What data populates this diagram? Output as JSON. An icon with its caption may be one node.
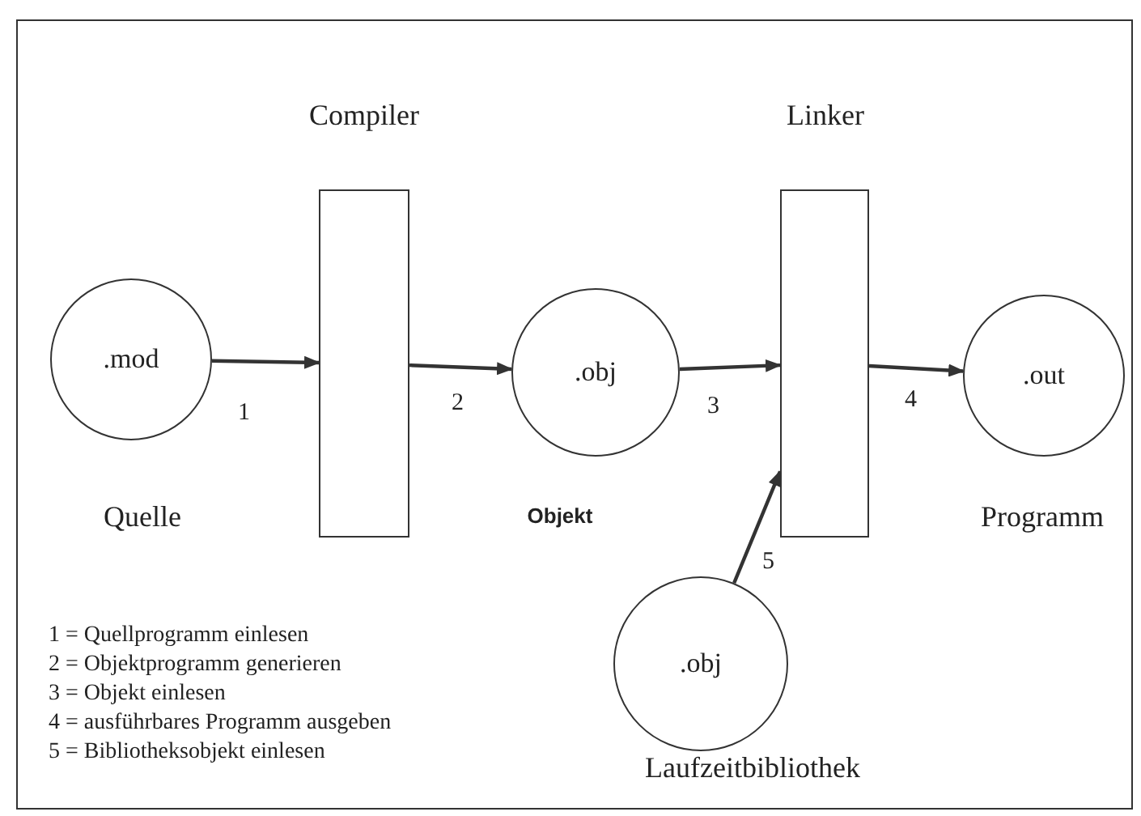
{
  "diagram": {
    "nodes": [
      {
        "text": [
          ".mod"
        ],
        "beside": [
          "Quelle"
        ]
      },
      {
        "text": [
          "Compiler"
        ]
      },
      {
        "text": [
          ".obj"
        ],
        "beside": [
          "Objekt"
        ]
      },
      {
        "text": [
          "Linker"
        ]
      },
      {
        "text": [
          ".out"
        ],
        "beside": [
          "Programm"
        ]
      },
      {
        "text": [
          ".obj"
        ],
        "beside": [
          "Laufzeitbibliothek"
        ]
      }
    ],
    "edges": [
      {
        "from": 0,
        "to": 1,
        "arrow": "to",
        "label": "1"
      },
      {
        "from": 1,
        "to": 2,
        "arrow": "to",
        "label": "2"
      },
      {
        "from": 2,
        "to": 3,
        "arrow": "to",
        "label": "3"
      },
      {
        "from": 3,
        "to": 4,
        "arrow": "to",
        "label": "4"
      },
      {
        "from": 5,
        "to": 3,
        "arrow": "to",
        "label": "5"
      }
    ],
    "labels": [
      "1 = Quellprogramm einlesen",
      "2 = Objektprogramm generieren",
      "3 = Objekt einlesen",
      "4 = ausführbares Programm ausgeben",
      "5 = Bibliotheksobjekt einlesen"
    ]
  }
}
